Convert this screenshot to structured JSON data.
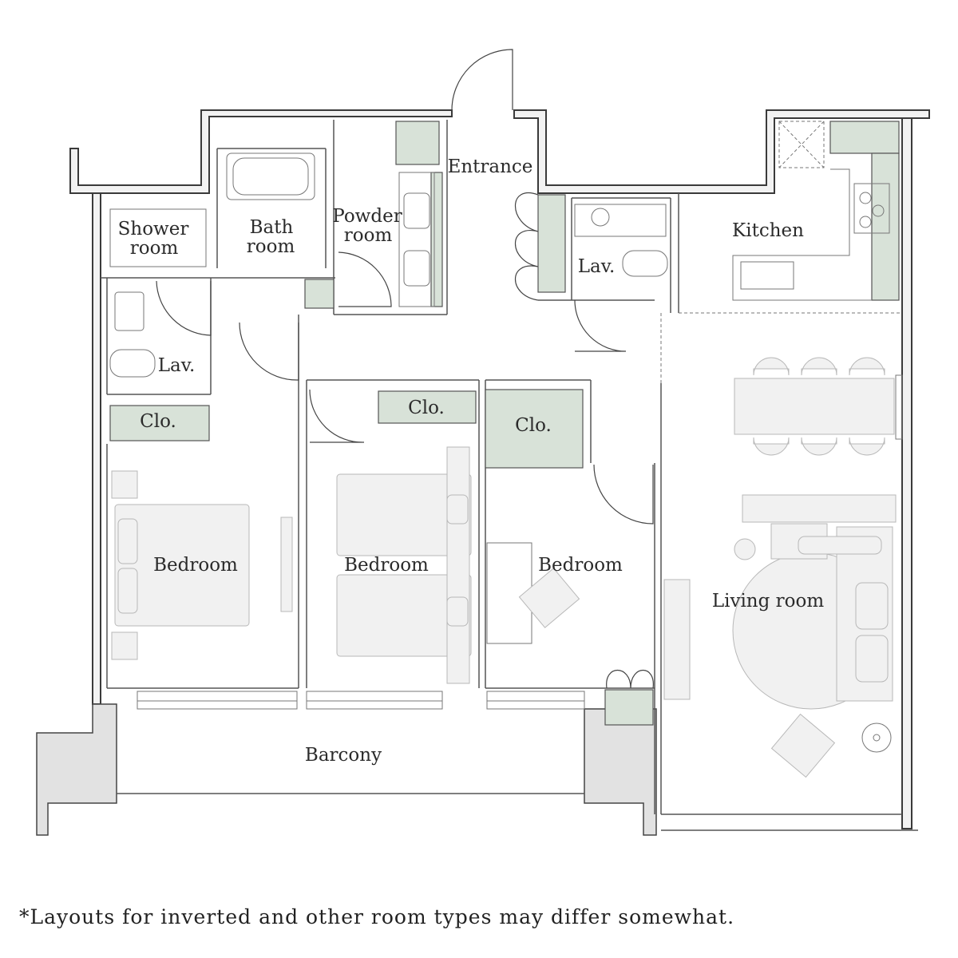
{
  "rooms": {
    "shower_line1": "Shower",
    "shower_line2": "room",
    "bath_line1": "Bath",
    "bath_line2": "room",
    "powder_line1": "Powder",
    "powder_line2": "room",
    "entrance": "Entrance",
    "kitchen": "Kitchen",
    "lav_left": "Lav.",
    "lav_right": "Lav.",
    "clo_left": "Clo.",
    "clo_mid": "Clo.",
    "clo_right": "Clo.",
    "bedroom_1": "Bedroom",
    "bedroom_2": "Bedroom",
    "bedroom_3": "Bedroom",
    "living": "Living room",
    "barcony": "Barcony"
  },
  "footnote": "*Layouts for inverted and other room types may differ somewhat.",
  "colors": {
    "wall": "#3a3a3a",
    "storage_green": "#d8e2d8",
    "structure_gray": "#e2e2e2",
    "furniture": "#f1f1f1"
  }
}
